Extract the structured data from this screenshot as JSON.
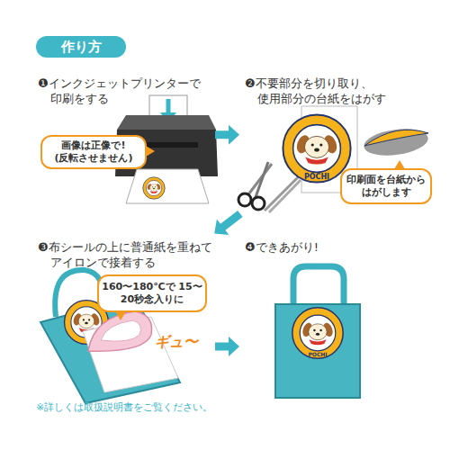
{
  "diagram": {
    "title": "作り方",
    "caption": "※詳しくは取扱説明書をご覧ください。",
    "nodes": [
      {
        "text": [
          "❶インクジェットプリンターで 印刷をする"
        ]
      },
      {
        "text": [
          "画像は正像で! (反転させません)"
        ],
        "in": 0
      },
      {
        "text": [
          "❷不要部分を切り取り、 使用部分の台紙をはがす"
        ]
      },
      {
        "text": [
          "印刷面を台紙から はがします"
        ],
        "in": 2
      },
      {
        "text": [
          "❸布シールの上に普通紙を重ねて アイロンで接着する"
        ]
      },
      {
        "text": [
          "160〜180℃で 15〜20秒念入りに"
        ],
        "in": 4
      },
      {
        "text": [
          "❹できあがり!"
        ]
      }
    ],
    "edges": [
      {
        "from": 0,
        "to": 2,
        "arrow": "to"
      },
      {
        "from": 2,
        "to": 4,
        "arrow": "to"
      },
      {
        "from": 4,
        "to": 6,
        "arrow": "to"
      }
    ],
    "labels": [
      "ギュ〜",
      "POCHI",
      "POCHI"
    ]
  }
}
